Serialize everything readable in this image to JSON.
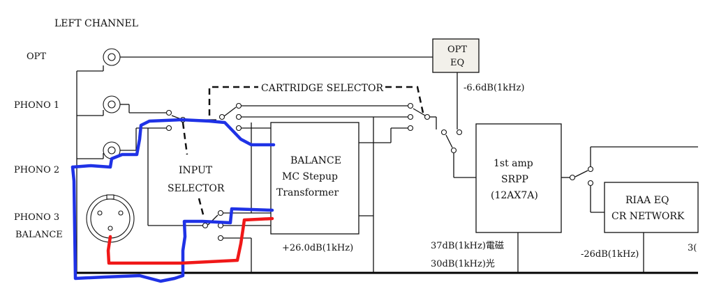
{
  "diagram": {
    "title": "LEFT CHANNEL",
    "inputs": [
      {
        "label": "OPT"
      },
      {
        "label": "PHONO 1"
      },
      {
        "label": "PHONO 2"
      },
      {
        "label": "PHONO 3"
      },
      {
        "label": "BALANCE"
      }
    ],
    "selectors": {
      "input": [
        "INPUT",
        "SELECTOR"
      ],
      "cartridge": "CARTRIDGE SELECTOR"
    },
    "blocks": {
      "opt_eq": [
        "OPT",
        "EQ"
      ],
      "transformer": [
        "BALANCE",
        "MC Stepup",
        "Transformer"
      ],
      "first_amp": [
        "1st amp",
        "SRPP",
        "(12AX7A)"
      ],
      "riaa": [
        "RIAA EQ",
        "CR NETWORK"
      ]
    },
    "gains": {
      "opt_eq": "-6.6dB(1kHz)",
      "transformer": "+26.0dB(1kHz)",
      "first_amp_mm": "37dB(1kHz)電磁",
      "first_amp_opt": "30dB(1kHz)光",
      "riaa": "-26dB(1kHz)",
      "next_cut": "3("
    },
    "colors": {
      "blue_trace": "#1f32e6",
      "red_trace": "#f01818",
      "opt_eq_fill": "#f2f0ea"
    }
  }
}
